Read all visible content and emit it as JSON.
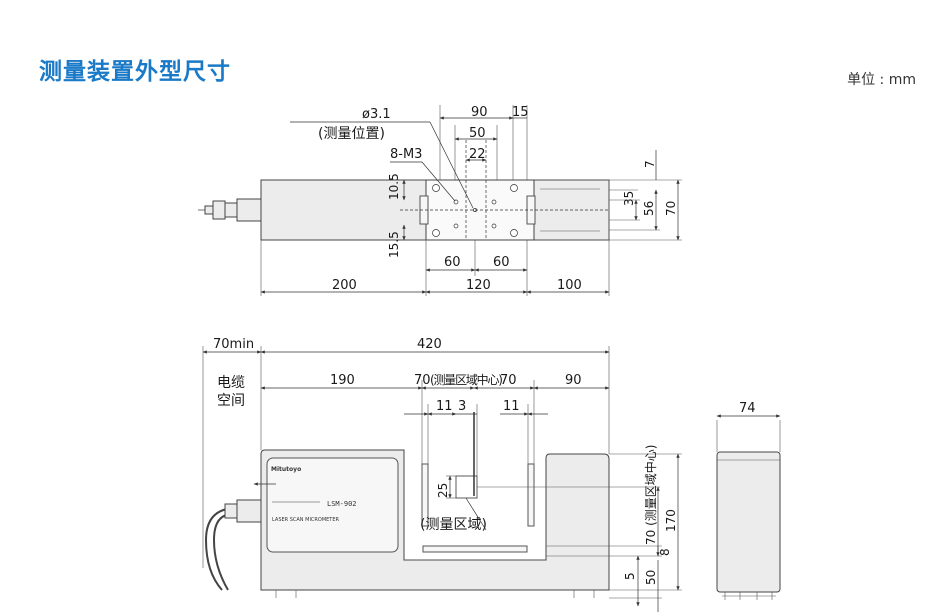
{
  "title": "测量装置外型尺寸",
  "unit": "单位 : mm",
  "colors": {
    "title": "#1a7ac8",
    "body": "#ececec",
    "line": "#333333"
  },
  "top_view": {
    "hole_label": "ø3.1",
    "hole_note": "(测量位置)",
    "screw_label": "8-M3",
    "dim_90": "90",
    "dim_15": "15",
    "dim_50": "50",
    "dim_22": "22",
    "dim_10_5": "10.5",
    "dim_15_5": "15.5",
    "dim_7": "7",
    "dim_35": "35",
    "dim_56": "56",
    "dim_70": "70",
    "dim_60a": "60",
    "dim_60b": "60",
    "dim_200": "200",
    "dim_120": "120",
    "dim_100": "100"
  },
  "front_view": {
    "dim_70min": "70min",
    "dim_420": "420",
    "cable_space": [
      "电缆",
      "空间"
    ],
    "dim_190": "190",
    "dim_70_center": "70",
    "center_note": "(测量区域中心)",
    "dim_70_right": "70",
    "dim_90": "90",
    "dim_11a": "11",
    "dim_3": "3",
    "dim_11b": "11",
    "dim_25": "25",
    "area_note": "(测量区域)",
    "vert_note": "70 (测量区域中心)",
    "dim_170": "170",
    "dim_8": "8",
    "dim_5": "5",
    "dim_50": "50",
    "brand": "Mitutoyo",
    "model": "LSM-902",
    "product_line": "LASER SCAN MICROMETER"
  },
  "side_view": {
    "dim_74": "74"
  }
}
